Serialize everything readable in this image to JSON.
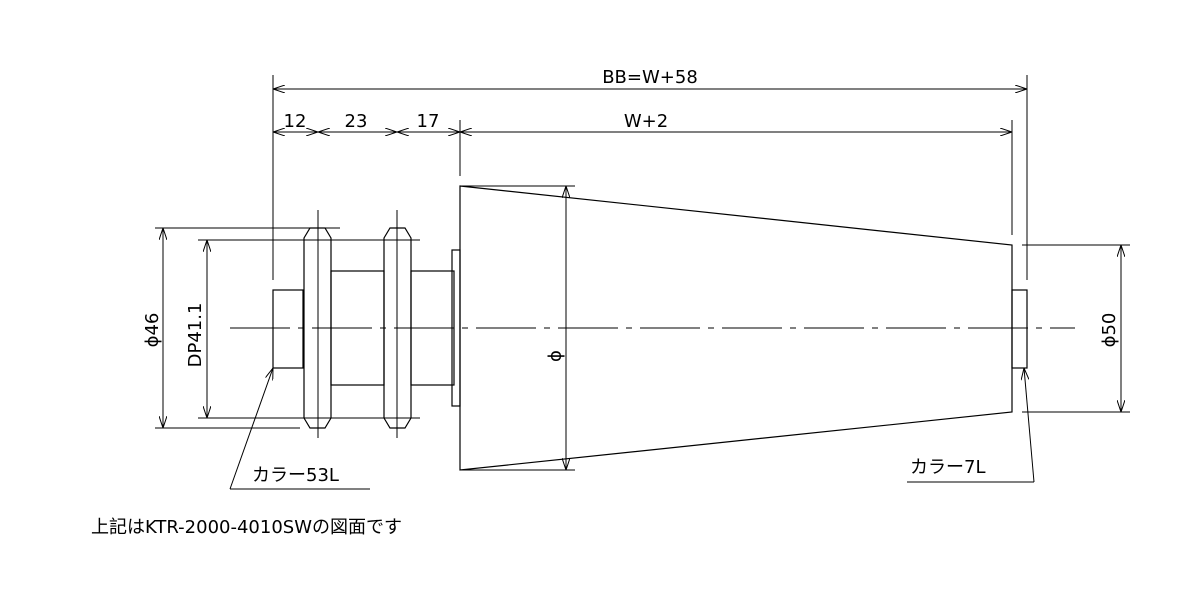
{
  "dimensions": {
    "overall": "BB=W+58",
    "seg1": "12",
    "seg2": "23",
    "seg3": "17",
    "seg4": "W+2",
    "dia_left": "ϕ46",
    "pitch_dia": "DP41.1",
    "dia_center": "ϕ",
    "dia_right": "ϕ50"
  },
  "notes": {
    "collar_left": "カラー53L",
    "collar_right": "カラー7L",
    "caption": "上記はKTR-2000-4010SWの図面です"
  }
}
